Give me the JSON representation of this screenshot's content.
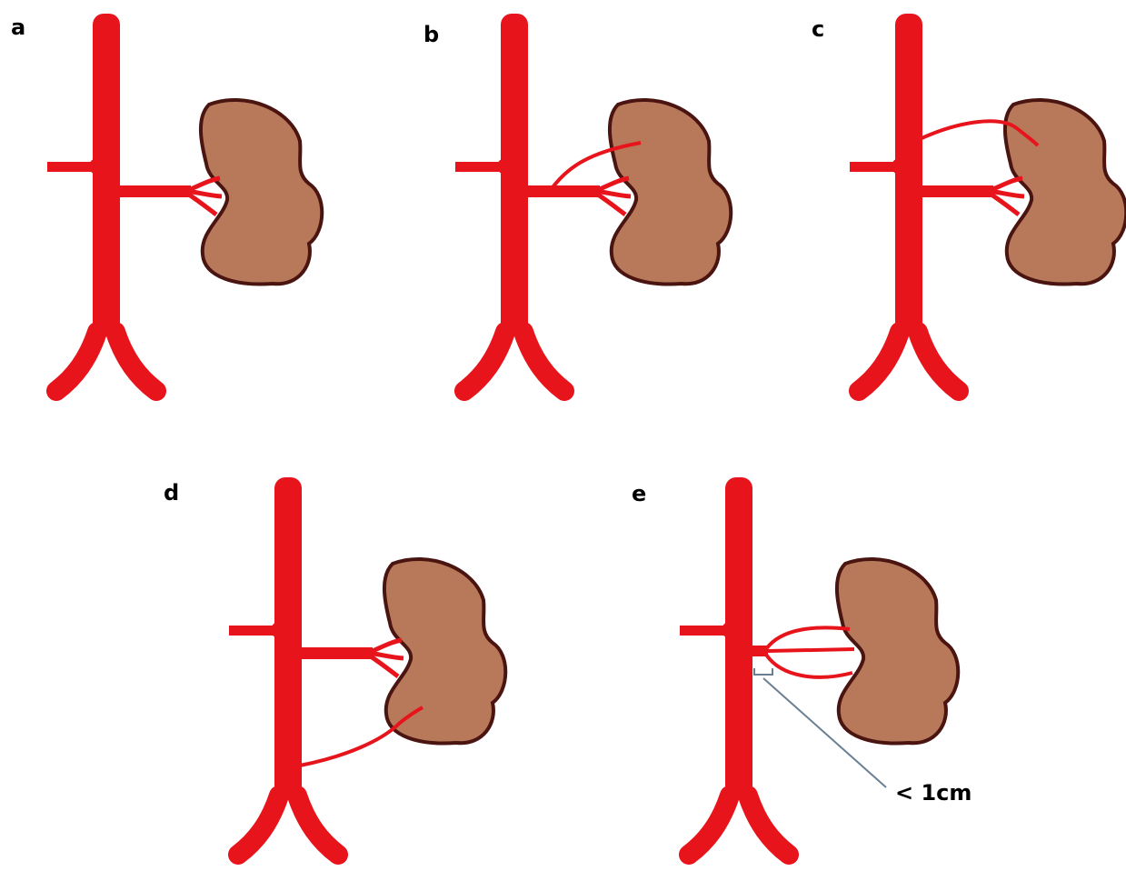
{
  "panels": [
    {
      "label": "a",
      "variant": "single renal artery"
    },
    {
      "label": "b",
      "variant": "accessory artery from renal artery to upper pole"
    },
    {
      "label": "c",
      "variant": "accessory artery from aorta to upper pole"
    },
    {
      "label": "d",
      "variant": "accessory artery from aorta to lower pole"
    },
    {
      "label": "e",
      "variant": "early branching of renal artery"
    }
  ],
  "annotation": {
    "text": "< 1cm"
  },
  "colors": {
    "artery": "#e8141c",
    "kidney_fill": "#b8795b",
    "kidney_outline": "#4a1410",
    "annotation_line": "#6a7f93",
    "label": "#000000"
  }
}
